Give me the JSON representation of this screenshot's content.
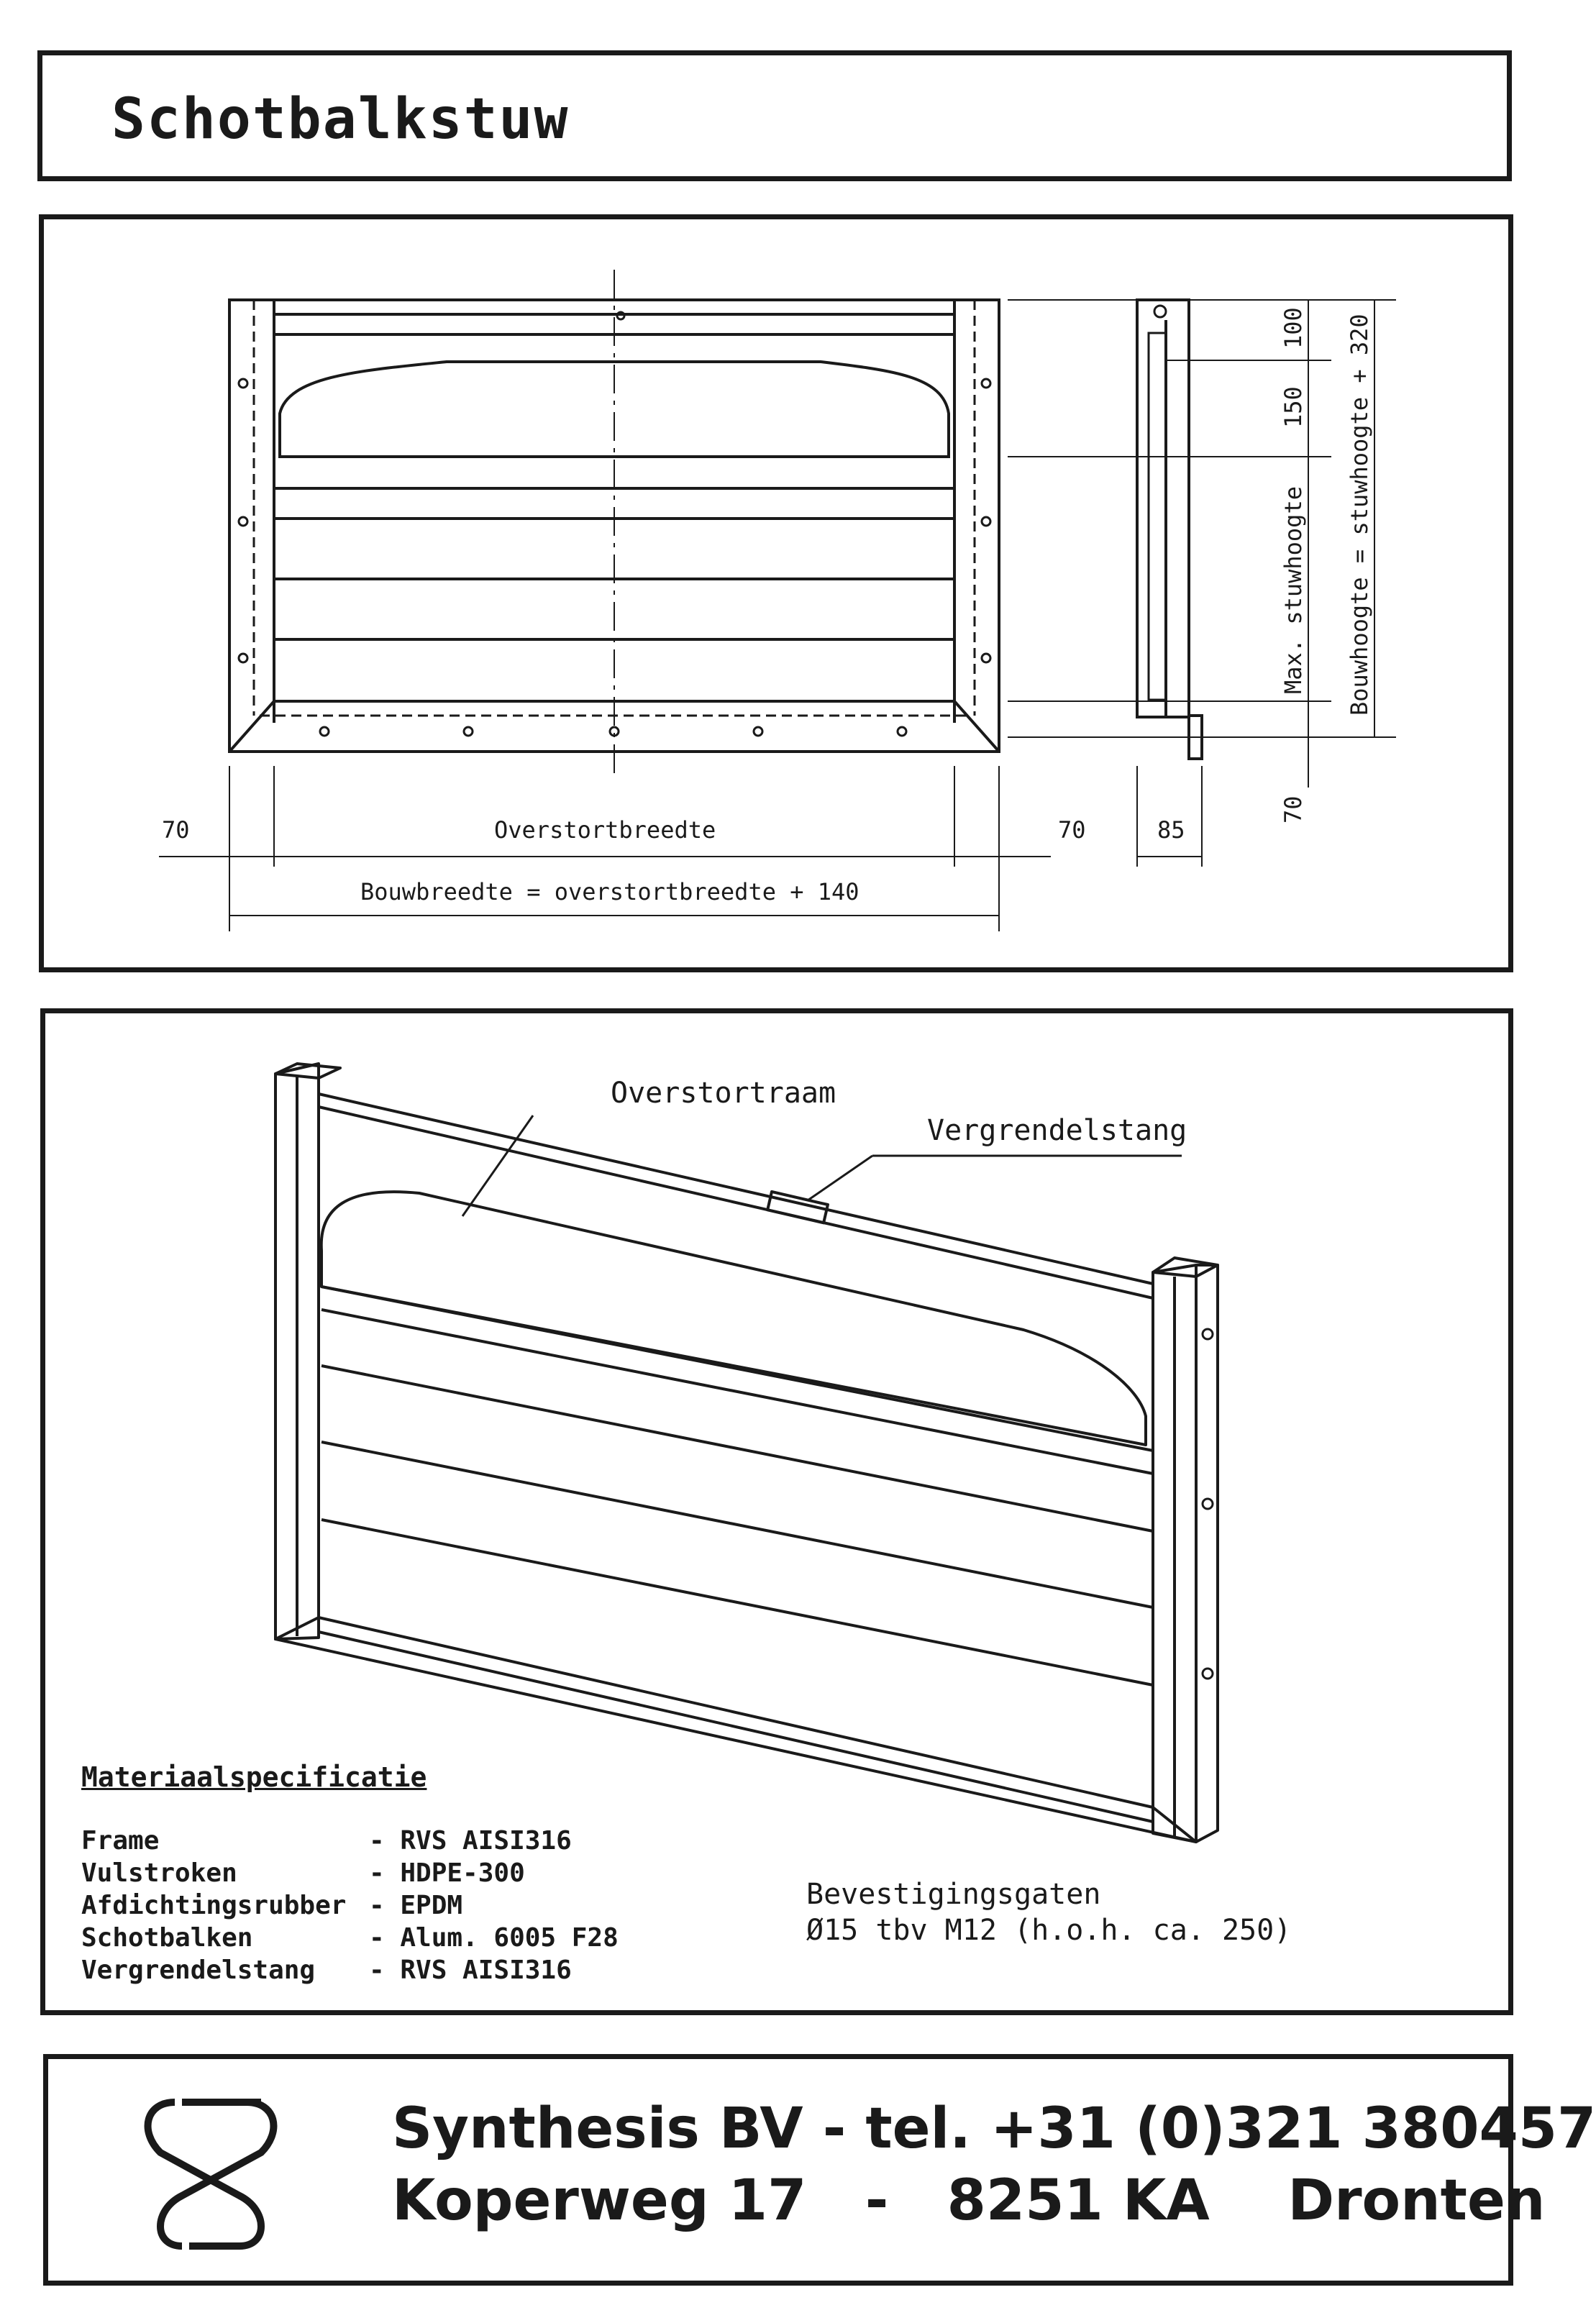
{
  "title": "Schotbalkstuw",
  "drawing": {
    "dims": {
      "left_70": "70",
      "overstortbreedte": "Overstortbreedte",
      "right_70": "70",
      "depth_85": "85",
      "bouwbreedte": "Bouwbreedte = overstortbreedte + 140",
      "top_100": "100",
      "mid_150": "150",
      "max_stuwhoogte": "Max. stuwhoogte",
      "bottom_70": "70",
      "bouwhoogte": "Bouwhoogte = stuwhoogte + 320"
    }
  },
  "iso": {
    "callout_overstortraam": "Overstortraam",
    "callout_vergrendelstang": "Vergrendelstang"
  },
  "spec": {
    "heading": "Materiaalspecificatie",
    "rows": [
      {
        "label": "Frame",
        "value": "- RVS AISI316"
      },
      {
        "label": "Vulstroken",
        "value": "- HDPE-300"
      },
      {
        "label": "Afdichtingsrubber",
        "value": "- EPDM"
      },
      {
        "label": "Schotbalken",
        "value": "- Alum. 6005 F28"
      },
      {
        "label": "Vergrendelstang",
        "value": "- RVS AISI316"
      }
    ]
  },
  "mounting": {
    "line1": "Bevestigingsgaten",
    "line2": "Ø15 tbv M12 (h.o.h. ca. 250)"
  },
  "footer": {
    "line1": "Synthesis BV - tel. +31 (0)321 380457",
    "line2": "Koperweg 17   -   8251 KA    Dronten"
  }
}
